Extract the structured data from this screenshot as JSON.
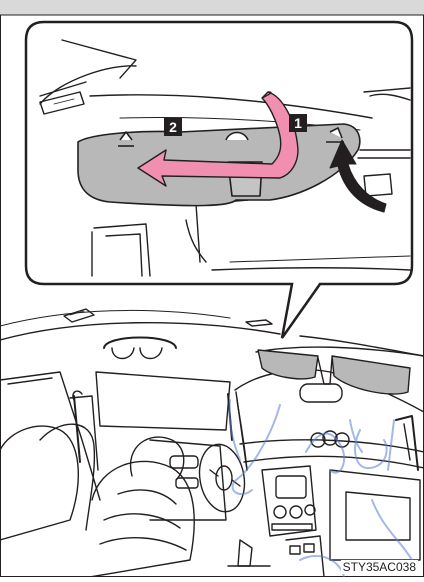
{
  "steps": {
    "step1": "1",
    "step2": "2"
  },
  "figure_code": "STY35AC038",
  "colors": {
    "arrow": "#f08fb0",
    "visor": "#b8b8b8",
    "line": "#231f20",
    "watermark": "#5b7fd0"
  },
  "icons": {
    "rotate_arrow": "curved-arrow-down-left",
    "flip_arrow": "curved-arrow-up",
    "mirror": "mirror-icon"
  }
}
